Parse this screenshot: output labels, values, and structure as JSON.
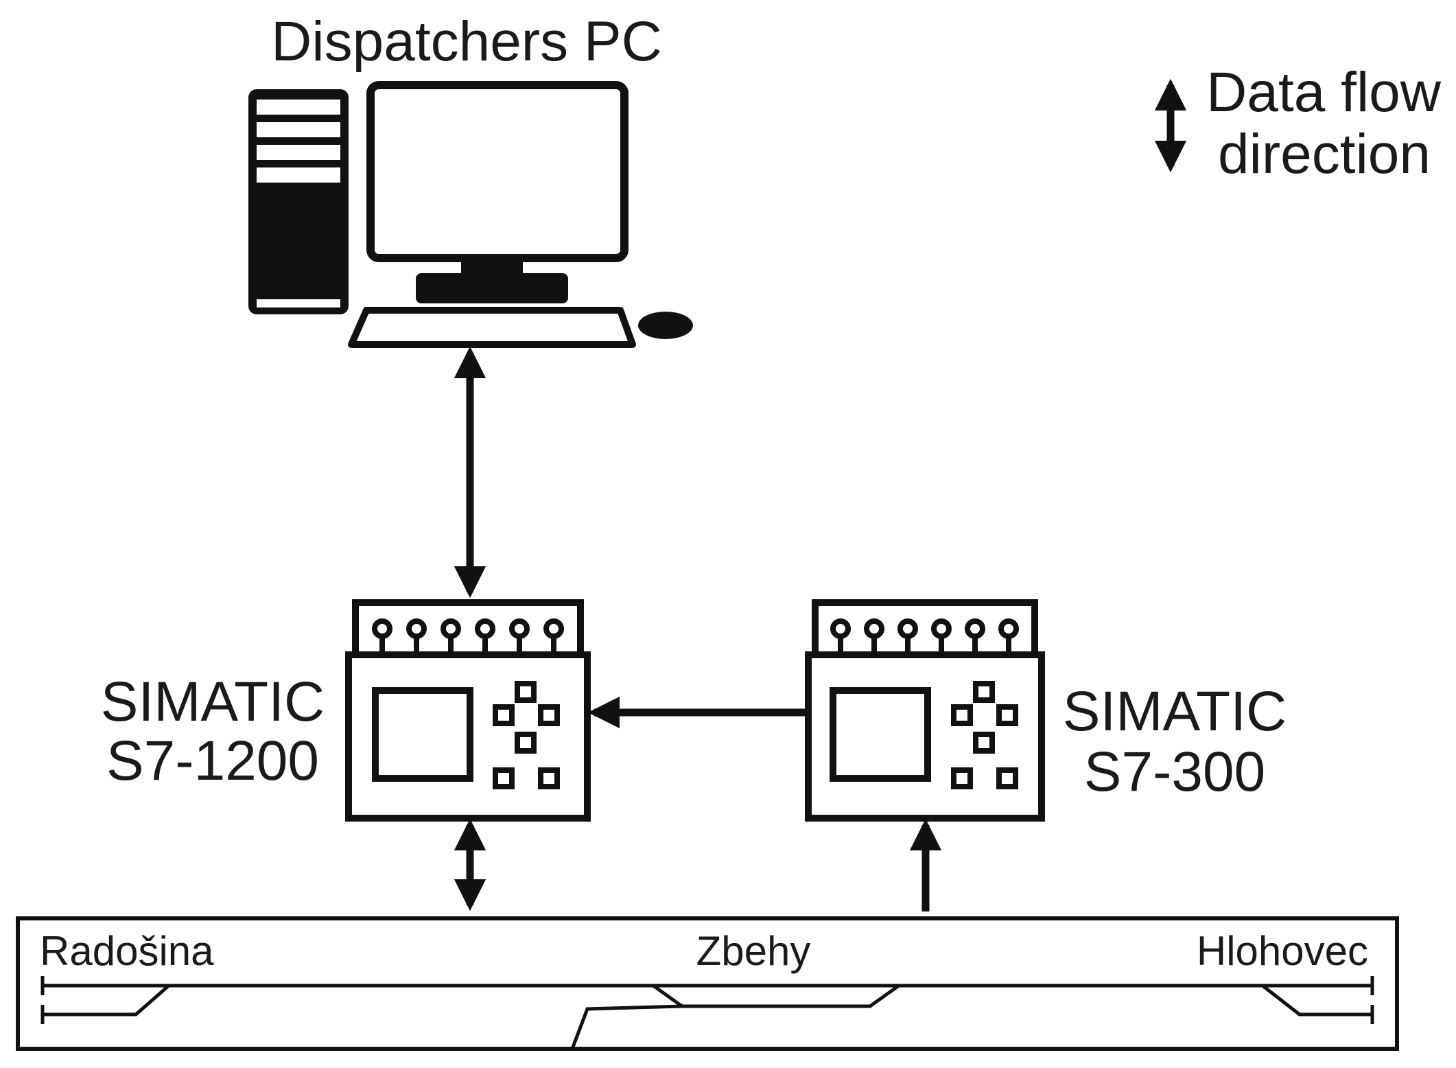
{
  "pc": {
    "label": "Dispatchers PC"
  },
  "legend": {
    "line1": "Data flow",
    "line2": "direction"
  },
  "plc_left": {
    "line1": "SIMATIC",
    "line2": "S7-1200"
  },
  "plc_right": {
    "line1": "SIMATIC",
    "line2": "S7-300"
  },
  "track": {
    "stations": [
      {
        "name": "Radošina"
      },
      {
        "name": "Zbehy"
      },
      {
        "name": "Hlohovec"
      }
    ]
  },
  "colors": {
    "stroke": "#111111",
    "background": "#ffffff"
  }
}
